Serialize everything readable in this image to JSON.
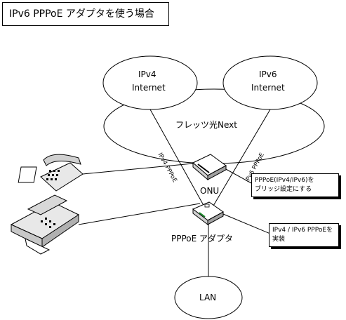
{
  "title": "IPv6 PPPoE アダプタを使う場合",
  "clouds": {
    "ipv4": {
      "line1": "IPv4",
      "line2": "Internet"
    },
    "ipv6": {
      "line1": "IPv6",
      "line2": "Internet"
    },
    "flets": "フレッツ光Next"
  },
  "devices": {
    "onu": "ONU",
    "adapter": "PPPoE アダプタ",
    "lan": "LAN"
  },
  "link_labels": {
    "ipv4_pppoe": "IPv4 PPPoE",
    "ipv6_pppoe": "IPv6 PPPoE"
  },
  "callouts": {
    "bridge": {
      "line1": "PPPoE(IPv4/IPv6)を",
      "line2": "ブリッジ設定にする"
    },
    "implement": {
      "line1": "IPv4 / IPv6 PPPoEを",
      "line2": "実装"
    }
  },
  "icons": [
    "telephone-icon",
    "fax-icon",
    "onu-device-icon",
    "pppoe-adapter-icon"
  ]
}
